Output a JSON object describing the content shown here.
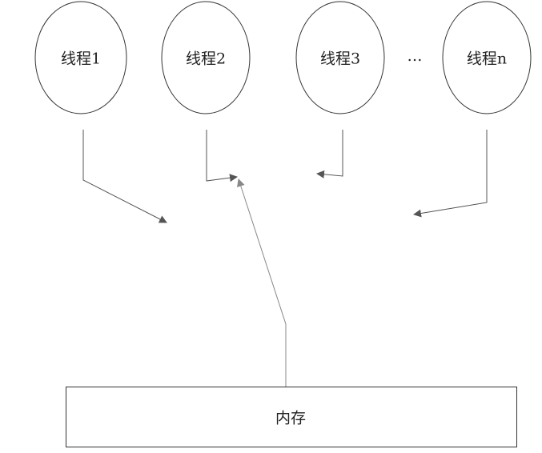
{
  "threads": [
    {
      "label": "线程1"
    },
    {
      "label": "线程2"
    },
    {
      "label": "线程3"
    },
    {
      "label": "线程n"
    }
  ],
  "ellipsis": "…",
  "memory": {
    "label": "内存"
  },
  "colors": {
    "stroke": "#333333",
    "arrow": "#555555",
    "memory_arrow": "#888888"
  }
}
